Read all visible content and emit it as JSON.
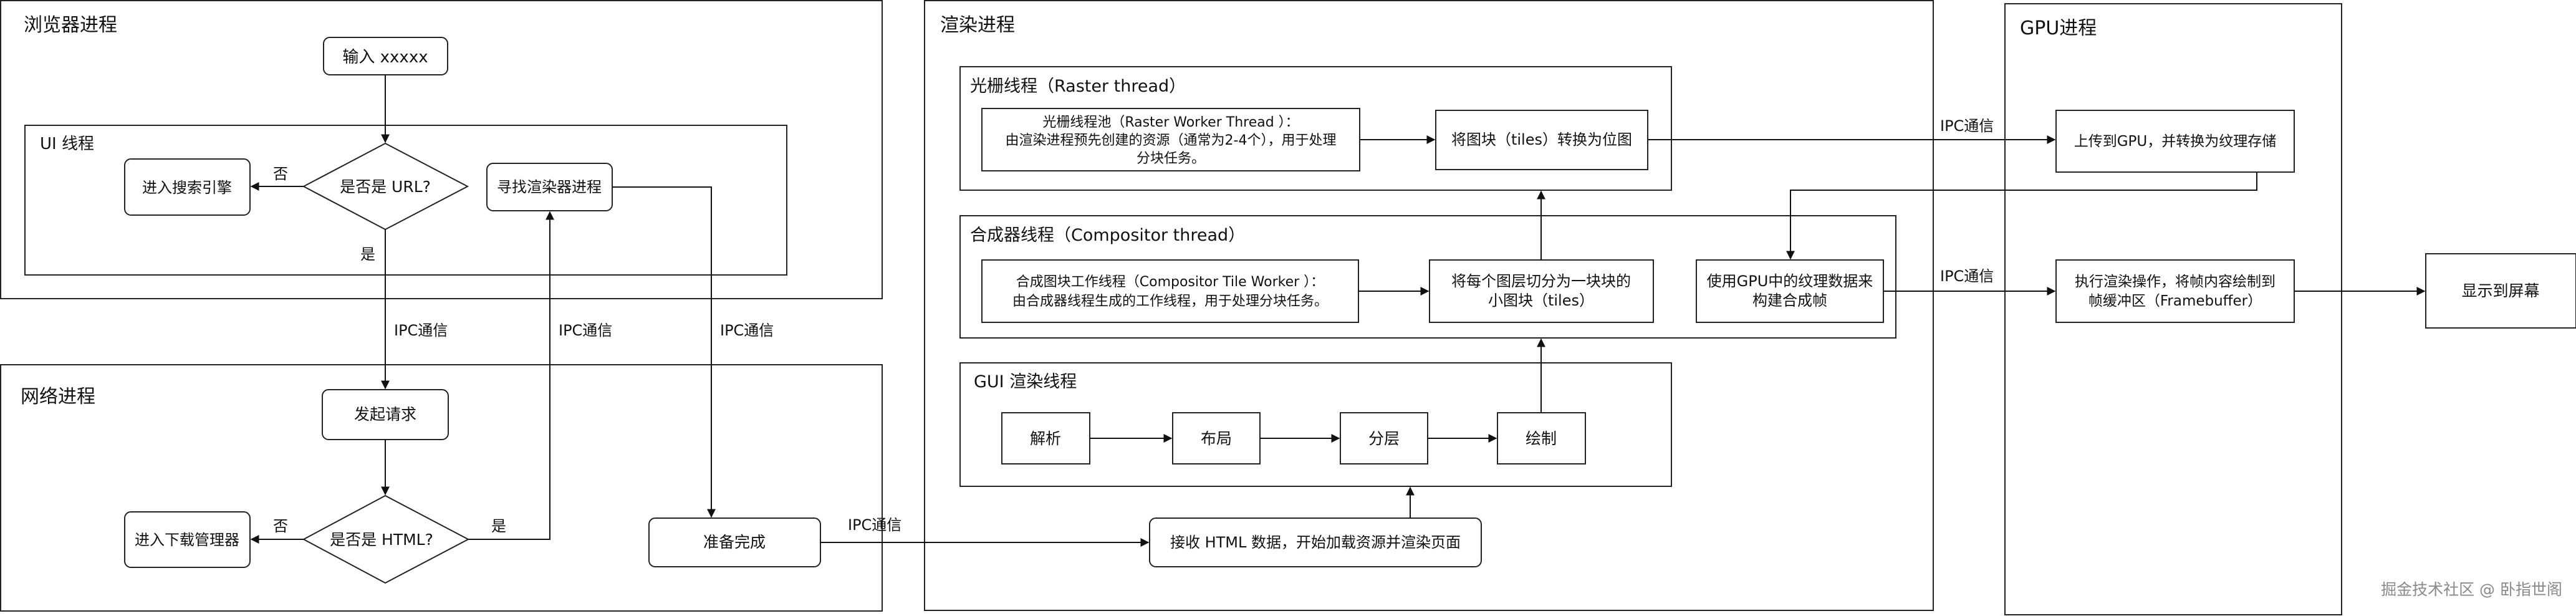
{
  "browser": {
    "title": "浏览器进程",
    "input": "输入 xxxxx",
    "ui_thread": "UI 线程",
    "is_url": "是否是 URL?",
    "search_engine": "进入搜索引擎",
    "find_renderer": "寻找渲染器进程",
    "no": "否",
    "yes": "是"
  },
  "network": {
    "title": "网络进程",
    "request": "发起请求",
    "is_html": "是否是 HTML?",
    "download_manager": "进入下载管理器",
    "ready": "准备完成",
    "no": "否",
    "yes": "是"
  },
  "ipc": "IPC通信",
  "render": {
    "title": "渲染进程",
    "raster": {
      "title": "光栅线程（Raster thread）",
      "pool": [
        "光栅线程池（Raster Worker Thread ）：",
        "由渲染进程预先创建的资源（通常为2-4个），用于处理",
        "分块任务。"
      ],
      "tiles_to_bitmap": "将图块（tiles）转换为位图"
    },
    "compositor": {
      "title": "合成器线程（Compositor thread）",
      "worker": [
        "合成图块工作线程（Compositor Tile Worker ）：",
        "由合成器线程生成的工作线程，用于处理分块任务。"
      ],
      "split": [
        "将每个图层切分为一块块的",
        "小图块（tiles）"
      ],
      "gpu_compose": [
        "使用GPU中的纹理数据来",
        "构建合成帧"
      ]
    },
    "gui": {
      "title": "GUI 渲染线程",
      "steps": [
        "解析",
        "布局",
        "分层",
        "绘制"
      ]
    },
    "receive": "接收 HTML 数据，开始加载资源并渲染页面"
  },
  "gpu": {
    "title": "GPU进程",
    "upload": "上传到GPU，并转换为纹理存储",
    "execute": [
      "执行渲染操作，将帧内容绘制到",
      "帧缓冲区（Framebuffer）"
    ]
  },
  "screen": "显示到屏幕",
  "watermark": "掘金技术社区 @ 卧指世阁"
}
